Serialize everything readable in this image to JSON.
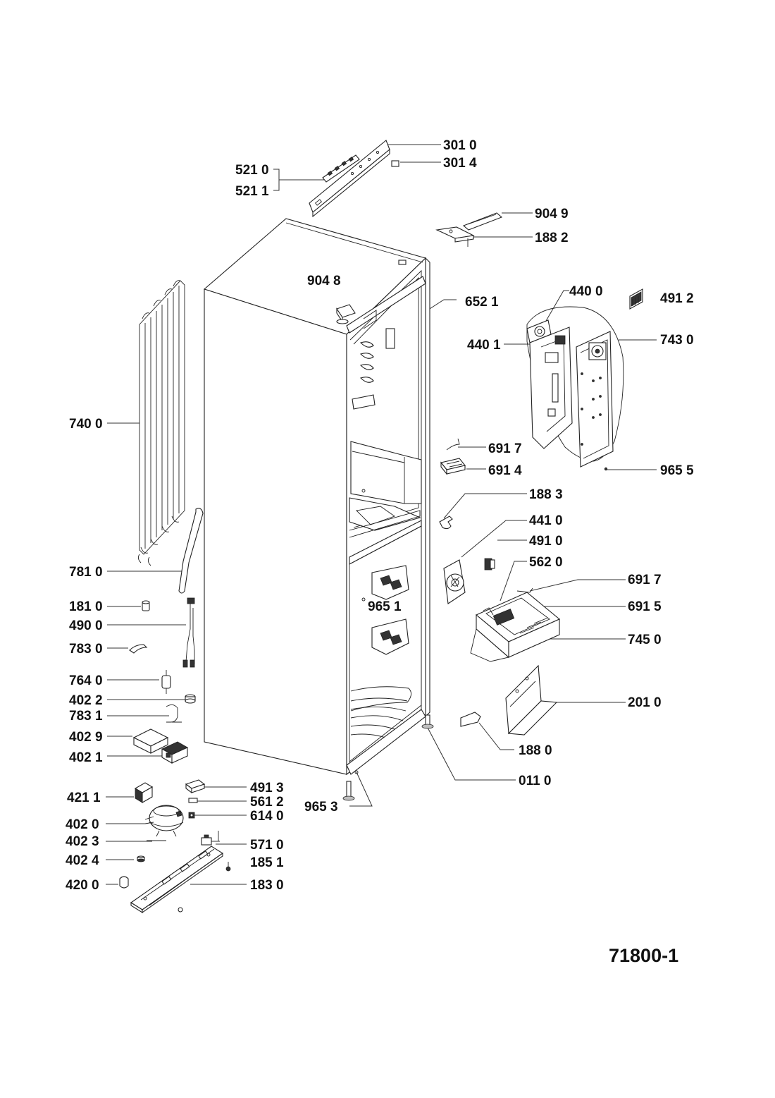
{
  "drawing_ref": "71800-1",
  "labels": {
    "l3010": "301 0",
    "l3014": "301 4",
    "l5210": "521 0",
    "l5211": "521 1",
    "l9049": "904 9",
    "l1882": "188 2",
    "l9048": "904 8",
    "l6521": "652 1",
    "l4400": "440 0",
    "l4912": "491 2",
    "l4401": "440 1",
    "l7430": "743 0",
    "l7400": "740 0",
    "l6917a": "691 7",
    "l6914": "691 4",
    "l9655": "965 5",
    "l1883": "188 3",
    "l4410": "441 0",
    "l4910": "491 0",
    "l5620": "562 0",
    "l6917b": "691 7",
    "l6915": "691 5",
    "l7810": "781 0",
    "l1810": "181 0",
    "l9651": "965 1",
    "l4900": "490 0",
    "l7450": "745 0",
    "l7830": "783 0",
    "l7640": "764 0",
    "l4022": "402 2",
    "l2010": "201 0",
    "l7831": "783 1",
    "l4029": "402 9",
    "l1880": "188 0",
    "l4021": "402 1",
    "l0110": "011 0",
    "l4913": "491 3",
    "l4211": "421 1",
    "l5612": "561 2",
    "l9653": "965 3",
    "l6140": "614 0",
    "l4020": "402 0",
    "l4023": "402 3",
    "l5710": "571 0",
    "l4024": "402 4",
    "l1851": "185 1",
    "l4200": "420 0",
    "l1830": "183 0"
  }
}
